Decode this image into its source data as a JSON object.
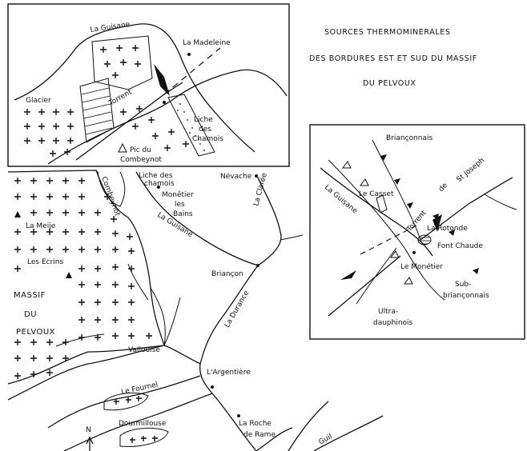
{
  "title": {
    "line1": "SOURCES THERMOMINERALES",
    "line2": "DES BORDURES EST ET SUD DU MASSIF",
    "line3": "DU PELVOUX"
  },
  "inset_top": {
    "river": "La Guisane",
    "madeleine": "La Madeleine",
    "glacier": "Glacier",
    "torrent": "Torrent",
    "liche1": "Liche",
    "liche2": "des",
    "liche3": "Chamois",
    "pic1": "Pic du",
    "pic2": "Combeynot"
  },
  "inset_right": {
    "brianconnais": "Briançonnais",
    "torrent": "Torrent",
    "de": "de",
    "stjoseph": "St Joseph",
    "casset": "Le Casset",
    "guisane": "La Guisane",
    "rotonde": "La Rotonde",
    "fontchaude": "Font Chaude",
    "monetier": "Le Monétier",
    "sub1": "Sub-",
    "sub2": "briançonnais",
    "ultra1": "Ultra-",
    "ultra2": "dauphinois"
  },
  "main_map": {
    "liche1": "Liche des",
    "liche2": "chamois",
    "nevache": "Névache",
    "clarée": "La Clarée",
    "combeynot": "Combeynot",
    "monetier1": "Monêtier",
    "monetier2": "les",
    "monetier3": "Bains",
    "guisane": "La Guisane",
    "meije": "La Meije",
    "ecrins": "Les Ecrins",
    "massif1": "MASSIF",
    "massif2": "DU",
    "massif3": "PELVOUX",
    "briancon": "Briançon",
    "durance": "La Durance",
    "vallouise": "Vallouise",
    "argentiere": "L'Argentière",
    "fournel": "Le Fournel",
    "dourmillouse": "Dourmillouse",
    "roche1": "La Roche",
    "roche2": "de Rame",
    "guil": "Guil",
    "north": "N"
  }
}
